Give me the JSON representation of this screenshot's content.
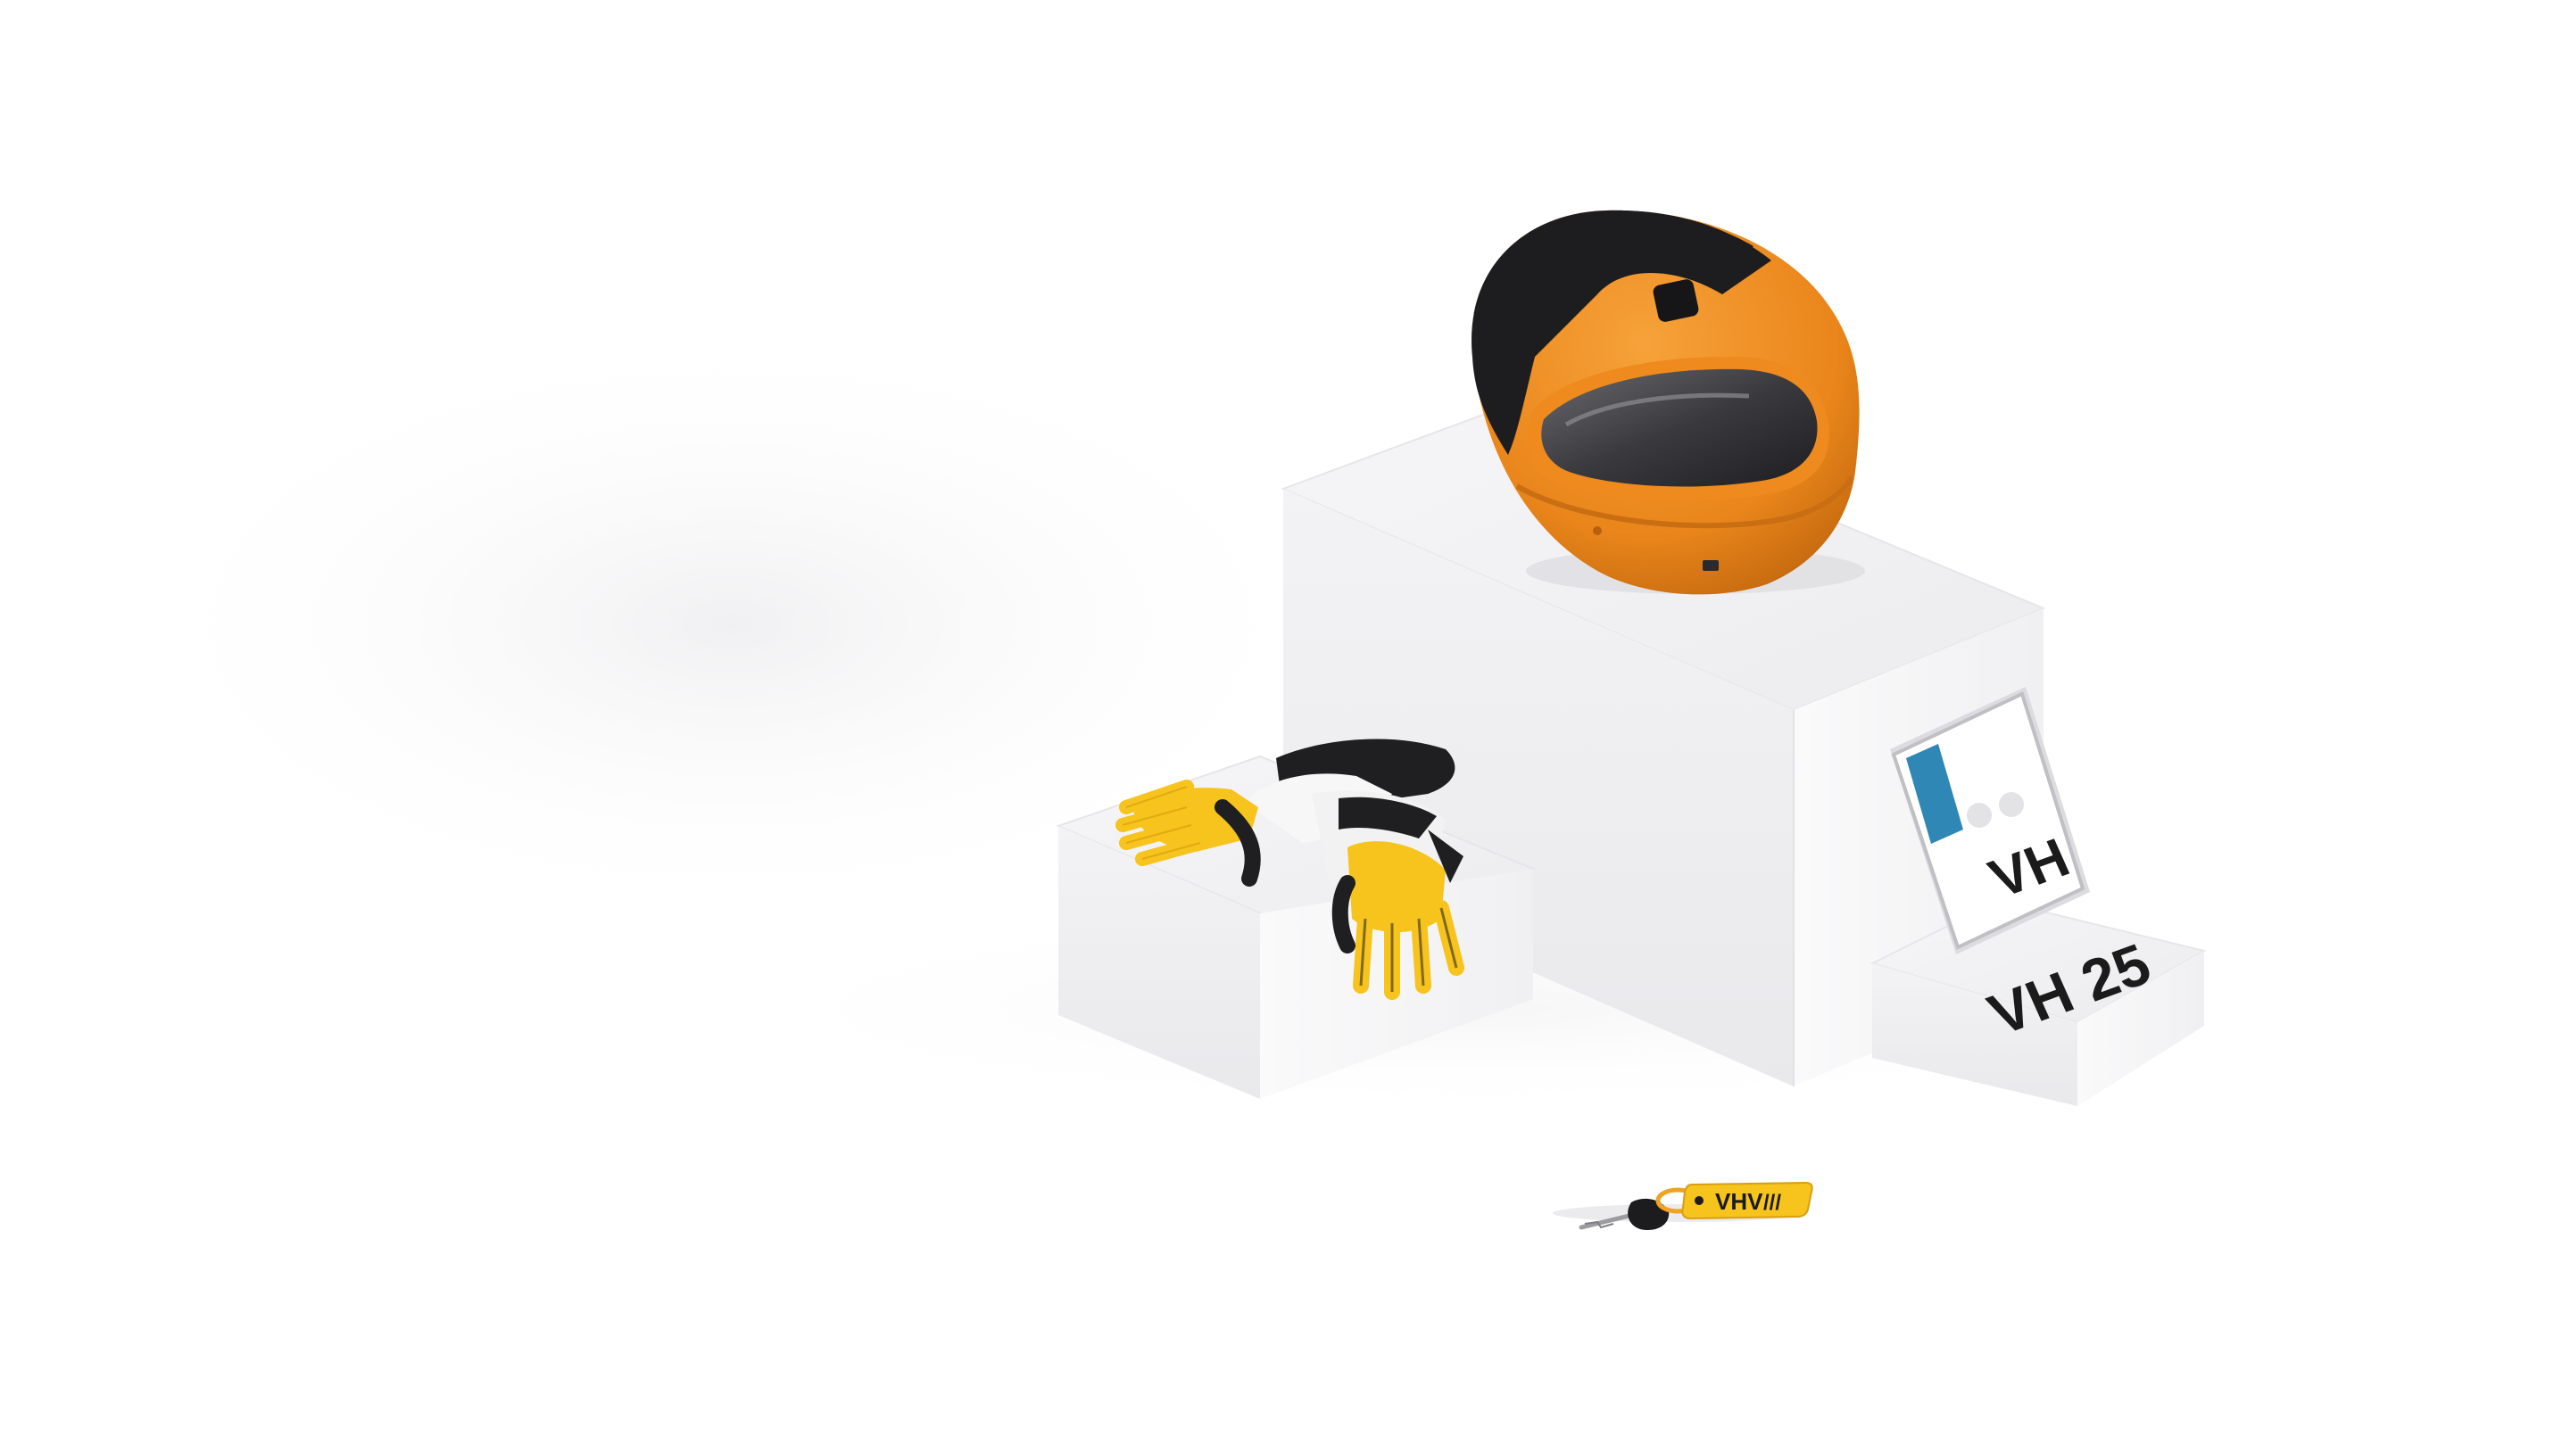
{
  "scene": {
    "background": "#ffffff",
    "pedestal_color": "#f2f2f4",
    "accent_orange": "#ee8a1e",
    "accent_yellow": "#f7c31d"
  },
  "license_plate": {
    "line1": "VH",
    "line2": "VH 25",
    "band_color": "#2f87b5"
  },
  "keychain": {
    "brand": "VHV",
    "stripes": "///"
  }
}
